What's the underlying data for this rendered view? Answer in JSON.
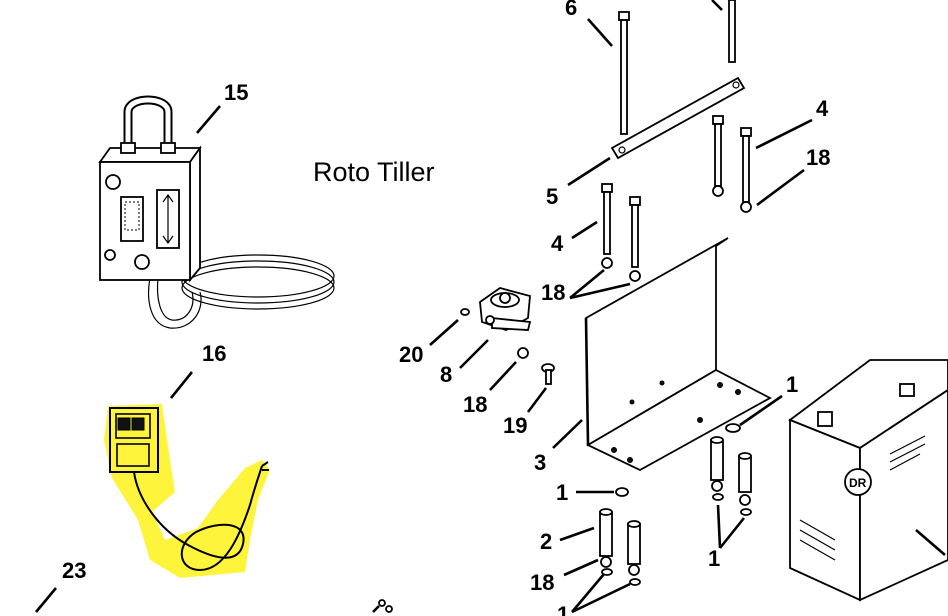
{
  "title": "Roto Tiller",
  "highlight_color": "#fef43b",
  "callouts": {
    "c6": "6",
    "c15": "15",
    "c4a": "4",
    "c4b": "4",
    "c18a": "18",
    "c5": "5",
    "c18b": "18",
    "c20": "20",
    "c8": "8",
    "c18c": "18",
    "c19": "19",
    "c3": "3",
    "c1a": "1",
    "c1b": "1",
    "c2": "2",
    "c1c": "1",
    "c18d": "18",
    "c1d": "1",
    "c16": "16",
    "c23": "23"
  }
}
